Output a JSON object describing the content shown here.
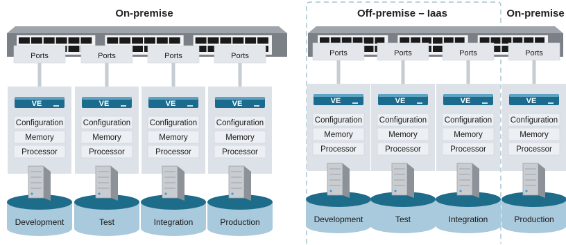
{
  "colors": {
    "panel": "#dde2e8",
    "switch_top": "#9fa4aa",
    "switch_face": "#7b7f86",
    "port_box": "#e3e7ec",
    "ve_bar": "#1b6b8f",
    "disk_top": "#1d6c8a",
    "disk_body": "#a9c9dc",
    "dash": "#8fb6c8"
  },
  "icons": [
    "server-icon",
    "network-switch-icon",
    "database-cylinder-icon"
  ],
  "groups": [
    {
      "title": "On-premise",
      "ports_label": "Ports",
      "units": [
        {
          "ve": "VE",
          "config": "Configuration",
          "memory": "Memory",
          "processor": "Processor",
          "env": "Development"
        },
        {
          "ve": "VE",
          "config": "Configuration",
          "memory": "Memory",
          "processor": "Processor",
          "env": "Test"
        },
        {
          "ve": "VE",
          "config": "Configuration",
          "memory": "Memory",
          "processor": "Processor",
          "env": "Integration"
        },
        {
          "ve": "VE",
          "config": "Configuration",
          "memory": "Memory",
          "processor": "Processor",
          "env": "Production"
        }
      ]
    },
    {
      "title": "Off-premise – Iaas",
      "ports_label": "Ports",
      "units": [
        {
          "ve": "VE",
          "config": "Configuration",
          "memory": "Memory",
          "processor": "Processor",
          "env": "Development"
        },
        {
          "ve": "VE",
          "config": "Configuration",
          "memory": "Memory",
          "processor": "Processor",
          "env": "Test"
        },
        {
          "ve": "VE",
          "config": "Configuration",
          "memory": "Memory",
          "processor": "Processor",
          "env": "Integration"
        }
      ]
    },
    {
      "title": "On-premise",
      "ports_label": "Ports",
      "units": [
        {
          "ve": "VE",
          "config": "Configuration",
          "memory": "Memory",
          "processor": "Processor",
          "env": "Production"
        }
      ]
    }
  ]
}
